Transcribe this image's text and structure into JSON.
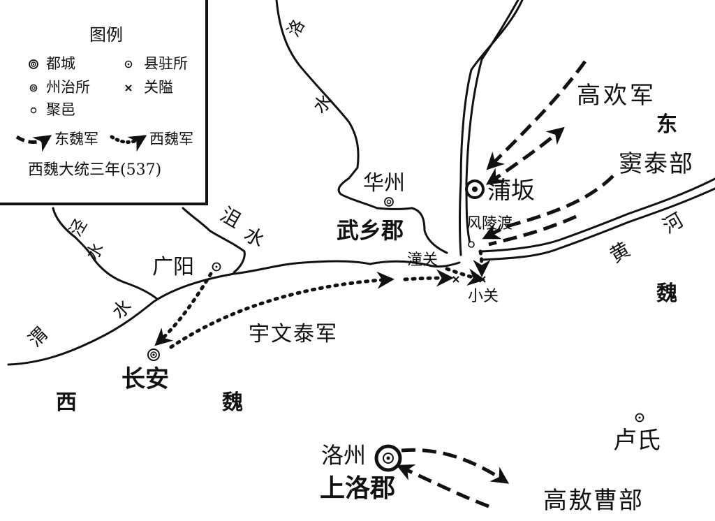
{
  "legend": {
    "title": "图例",
    "capital": "都城",
    "county_seat": "县驻所",
    "prefecture_seat": "州治所",
    "pass": "关隘",
    "settlement": "聚邑",
    "east_wei_army": "东魏军",
    "west_wei_army": "西魏军",
    "caption": "西魏大统三年(537)"
  },
  "places": {
    "huazhou": "华州",
    "wuxiang": "武乡郡",
    "puban": "蒲坂",
    "fenglingdu": "风陵渡",
    "tongguan": "潼关",
    "xiaoguan": "小关",
    "guangyang": "广阳",
    "changan": "长安",
    "luozhou": "洛州",
    "shangluo": "上洛郡",
    "lushi": "卢氏"
  },
  "armies": {
    "gaohuan": "高欢军",
    "doutai": "窦泰部",
    "yuwentai": "宇文泰军",
    "gaoaocao": "高敖曹部"
  },
  "rivers": {
    "luo_1": "洛",
    "luo_2": "水",
    "ju_1": "沮",
    "ju_2": "水",
    "jing_1": "泾",
    "jing_2": "水",
    "wei_1": "渭",
    "wei_2": "水",
    "huang_1": "黄",
    "huang_2": "河"
  },
  "regions": {
    "east_1": "东",
    "east_2": "魏",
    "west_1": "西",
    "west_2": "魏"
  },
  "colors": {
    "ink": "#111111",
    "paper": "#ffffff"
  }
}
